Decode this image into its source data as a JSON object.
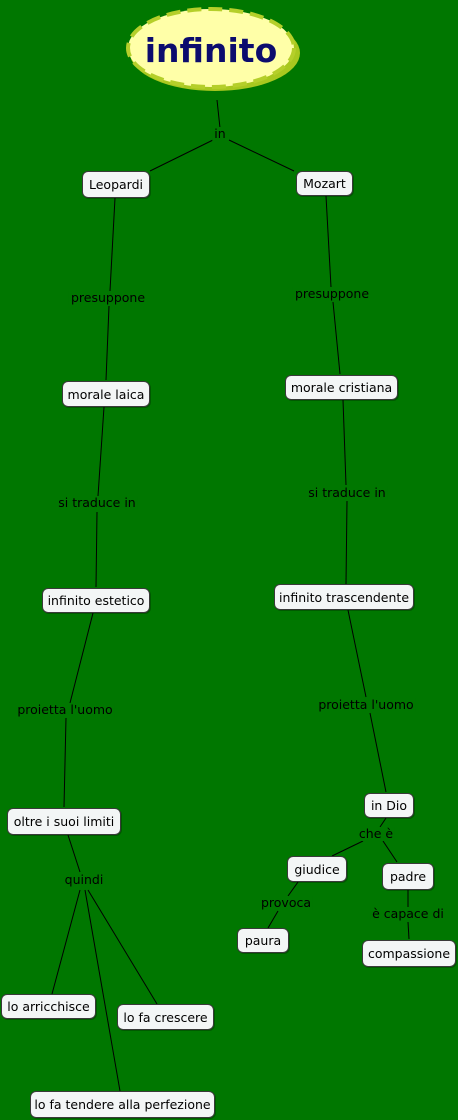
{
  "colors": {
    "background": "#007700",
    "root_fill": "#ffffa8",
    "root_border": "#b5cf2a",
    "root_text": "#0c0c6e",
    "node_fill": "#f3f6f6"
  },
  "root": "infinito",
  "nodes": {
    "leopardi": "Leopardi",
    "mozart": "Mozart",
    "morale_laica": "morale laica",
    "morale_cristiana": "morale cristiana",
    "infinito_estetico": "infinito estetico",
    "infinito_trascendente": "infinito trascendente",
    "oltre_limiti": "oltre i suoi limiti",
    "in_dio": "in Dio",
    "giudice": "giudice",
    "padre": "padre",
    "paura": "paura",
    "compassione": "compassione",
    "arricchisce": "lo arricchisce",
    "crescere": "lo fa crescere",
    "perfezione": "lo fa tendere alla perfezione"
  },
  "links": {
    "in": "in",
    "presuppone_left": "presuppone",
    "presuppone_right": "presuppone",
    "traduce_left": "si traduce in",
    "traduce_right": "si traduce in",
    "proietta_left": "proietta l'uomo",
    "proietta_right": "proietta l'uomo",
    "quindi": "quindi",
    "che_e": "che è",
    "provoca": "provoca",
    "capace_di": "è capace di"
  }
}
